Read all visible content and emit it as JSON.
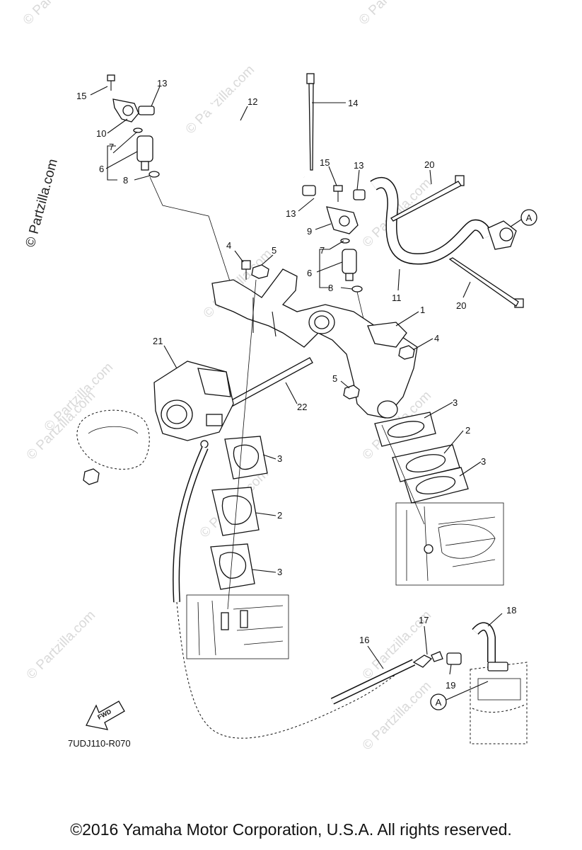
{
  "watermarks": [
    "© Partzilla.com",
    "© Partzilla.com",
    "© Partzilla.com",
    "© Partzilla.com",
    "© Partzilla.com",
    "© Partzilla.com",
    "© Partzilla.com",
    "© Partzilla.com",
    "© Partzilla.com",
    "© Partzilla.com",
    "© Partzilla.com",
    "© Partzilla.com",
    "© Partzilla.com"
  ],
  "callouts": {
    "c15a": "15",
    "c13a": "13",
    "c12": "12",
    "c14": "14",
    "c10": "10",
    "c7a": "7",
    "c6a": "6",
    "c8a": "8",
    "c15b": "15",
    "c13b": "13",
    "c13c": "13",
    "c20a": "20",
    "c9": "9",
    "c7b": "7",
    "c6b": "6",
    "c8b": "8",
    "c4a": "4",
    "c5a": "5",
    "c11": "11",
    "c20b": "20",
    "c1": "1",
    "c4b": "4",
    "c21": "21",
    "c22": "22",
    "c5b": "5",
    "c3a": "3",
    "c2a": "2",
    "c3b": "3",
    "c3c": "3",
    "c2b": "2",
    "c3d": "3",
    "c16": "16",
    "c17": "17",
    "c18": "18",
    "c19": "19",
    "refA1": "A",
    "refA2": "A"
  },
  "fwd_label": "FWD",
  "diagram_code": "7UDJ110-R070",
  "copyright": "©2016  Yamaha Motor Corporation, U.S.A. All rights reserved."
}
